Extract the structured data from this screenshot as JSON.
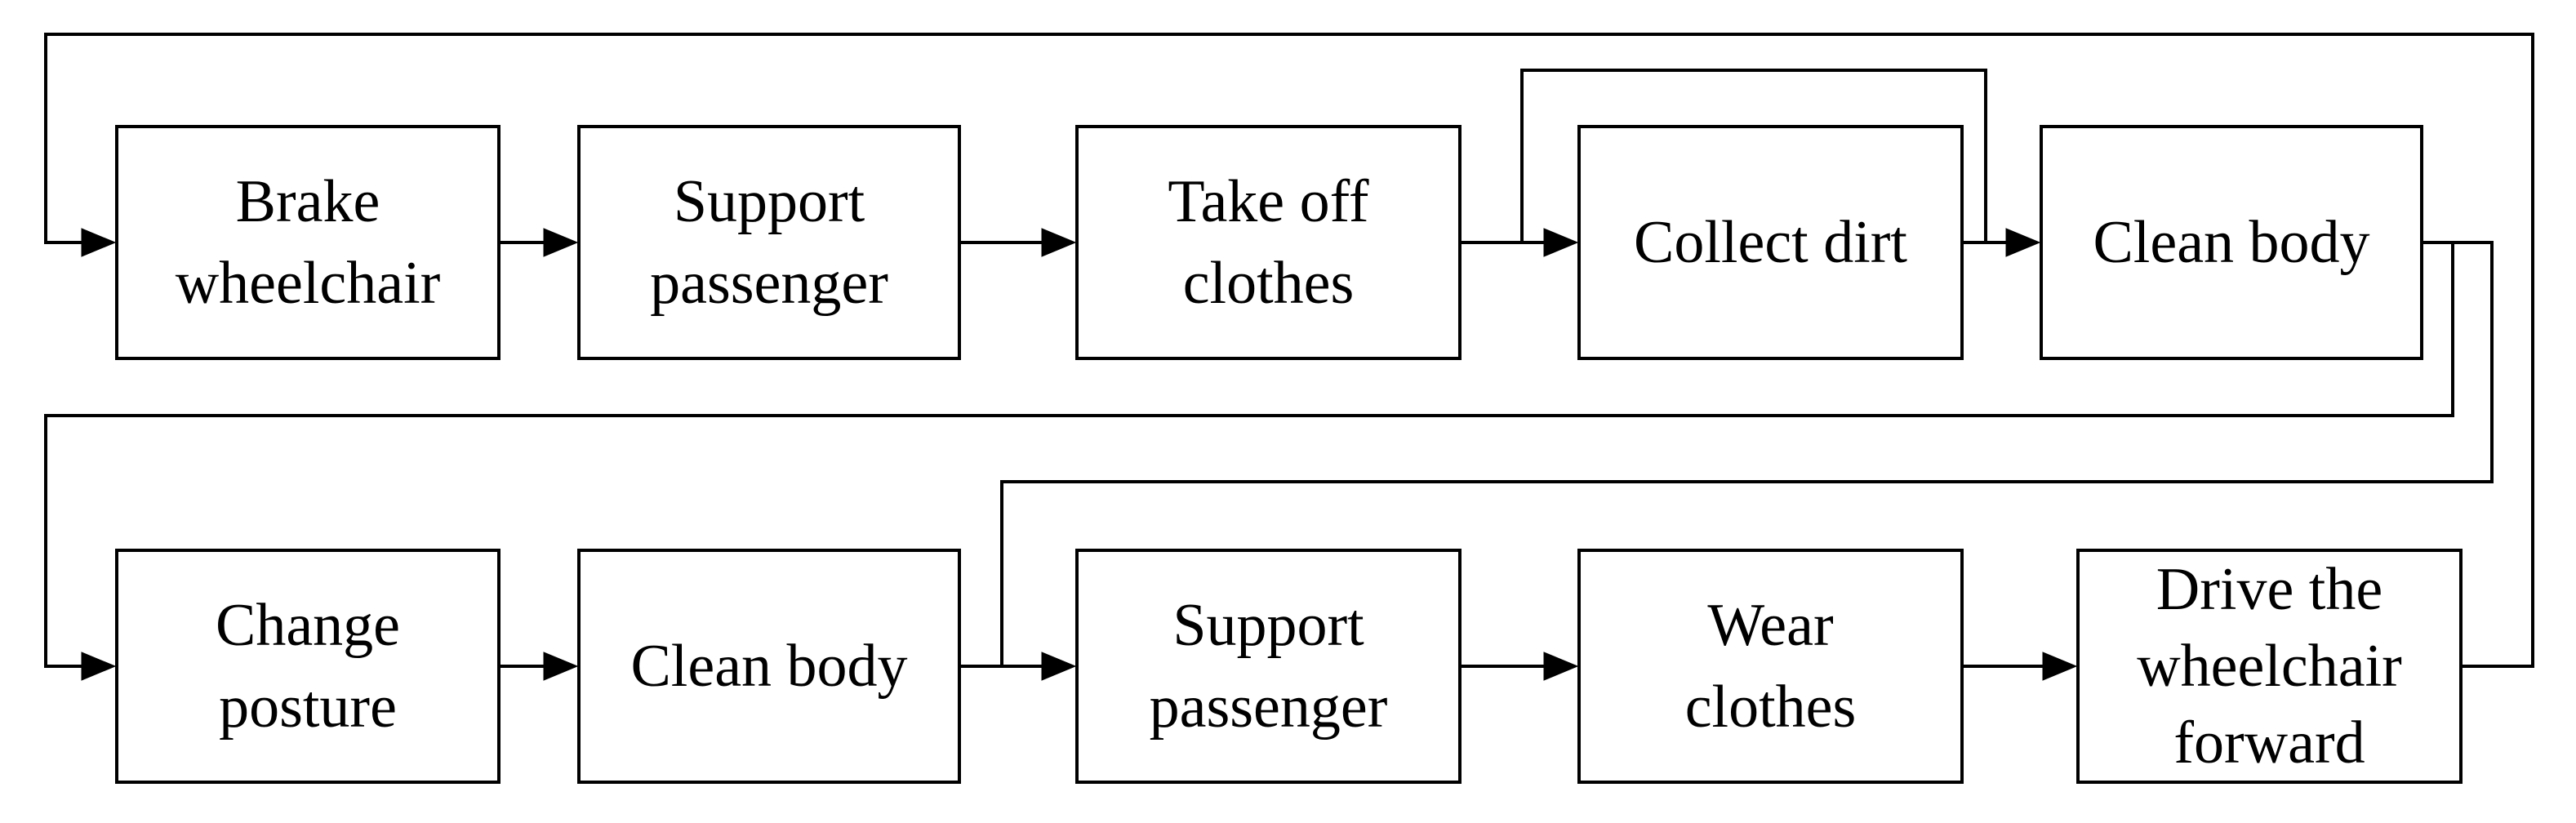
{
  "steps": [
    {
      "lines": [
        "Brake",
        "wheelchair"
      ]
    },
    {
      "lines": [
        "Support",
        "passenger"
      ]
    },
    {
      "lines": [
        "Take off",
        "clothes"
      ]
    },
    {
      "lines": [
        "Collect dirt"
      ]
    },
    {
      "lines": [
        "Clean body"
      ]
    },
    {
      "lines": [
        "Change",
        "posture"
      ]
    },
    {
      "lines": [
        "Clean body"
      ]
    },
    {
      "lines": [
        "Support",
        "passenger"
      ]
    },
    {
      "lines": [
        "Wear",
        "clothes"
      ]
    },
    {
      "lines": [
        "Drive the",
        "wheelchair",
        "forward"
      ]
    }
  ],
  "colors": {
    "line": "#000000",
    "background": "#ffffff"
  }
}
